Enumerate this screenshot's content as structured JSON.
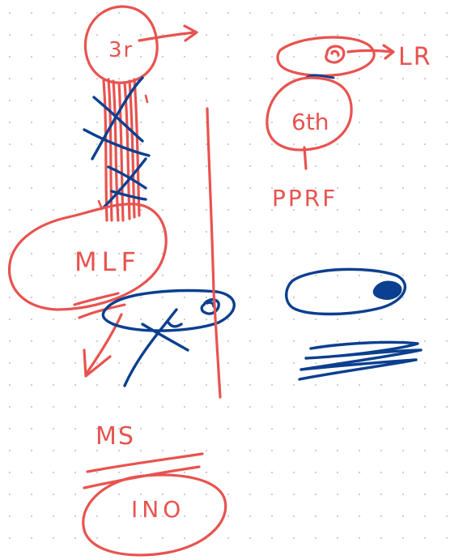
{
  "labels": {
    "third_nucleus": "3r",
    "sixth_nucleus": "6th",
    "lateral_rectus": "LR",
    "pprf": "PPRF",
    "mlf": "MLF",
    "ms": "MS",
    "ino": "INO"
  },
  "colors": {
    "background": "#ffffff",
    "grid_dot": "#c9c9c9",
    "red_ink": "#e8534f",
    "blue_ink": "#0b3f8f"
  }
}
